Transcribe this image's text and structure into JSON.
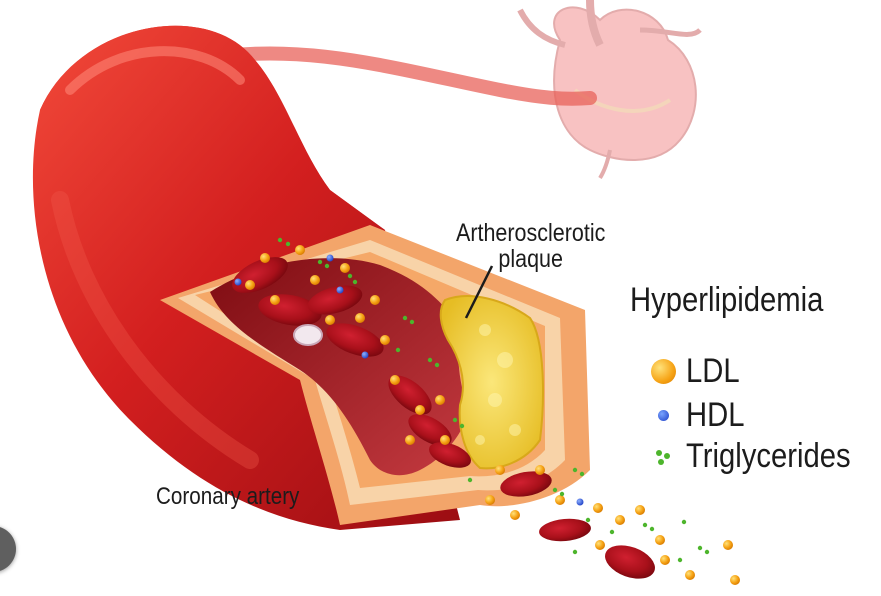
{
  "labels": {
    "plaque_line1": "Artherosclerotic",
    "plaque_line2": "plaque",
    "artery": "Coronary artery",
    "title": "Hyperlipidemia"
  },
  "legend": [
    {
      "label": "LDL",
      "icon": "ldl-particle-icon",
      "color": "#f6a315"
    },
    {
      "label": "HDL",
      "icon": "hdl-particle-icon",
      "color": "#1e3fc6"
    },
    {
      "label": "Triglycerides",
      "icon": "triglyceride-particles-icon",
      "color": "#4db52c"
    }
  ],
  "colors": {
    "artery": "#d31f1f",
    "blood_cell": "#a8101a",
    "plaque": "#f2d44a",
    "wall": "#f3a56a"
  }
}
